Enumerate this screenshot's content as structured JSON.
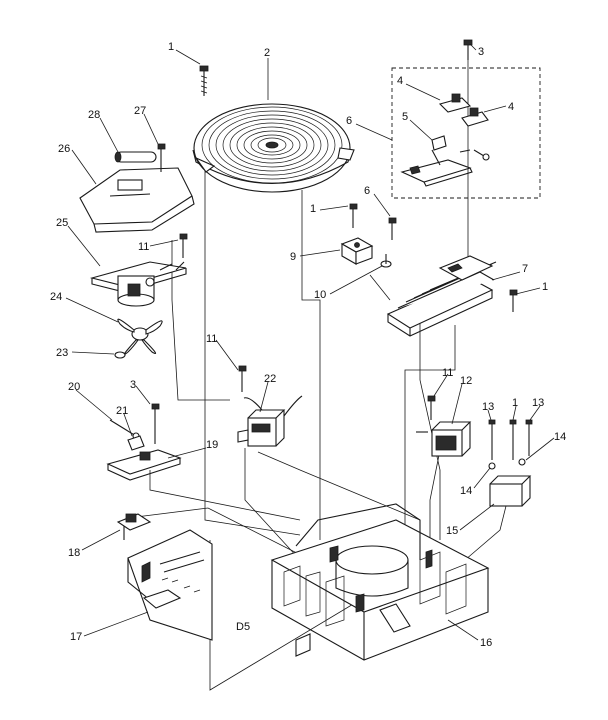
{
  "diagram": {
    "sheet_code": "D5",
    "callouts": [
      {
        "id": "c1a",
        "text": "1"
      },
      {
        "id": "c2",
        "text": "2"
      },
      {
        "id": "c3a",
        "text": "3"
      },
      {
        "id": "c4a",
        "text": "4"
      },
      {
        "id": "c4b",
        "text": "4"
      },
      {
        "id": "c5",
        "text": "5"
      },
      {
        "id": "c6a",
        "text": "6"
      },
      {
        "id": "c6b",
        "text": "6"
      },
      {
        "id": "c1b",
        "text": "1"
      },
      {
        "id": "c7",
        "text": "7"
      },
      {
        "id": "c9",
        "text": "9"
      },
      {
        "id": "c10",
        "text": "10"
      },
      {
        "id": "c1c",
        "text": "1"
      },
      {
        "id": "c28",
        "text": "28"
      },
      {
        "id": "c27",
        "text": "27"
      },
      {
        "id": "c26",
        "text": "26"
      },
      {
        "id": "c11a",
        "text": "11"
      },
      {
        "id": "c25",
        "text": "25"
      },
      {
        "id": "c24",
        "text": "24"
      },
      {
        "id": "c23",
        "text": "23"
      },
      {
        "id": "c11b",
        "text": "11"
      },
      {
        "id": "c22",
        "text": "22"
      },
      {
        "id": "c20",
        "text": "20"
      },
      {
        "id": "c3b",
        "text": "3"
      },
      {
        "id": "c21",
        "text": "21"
      },
      {
        "id": "c19",
        "text": "19"
      },
      {
        "id": "c11c",
        "text": "11"
      },
      {
        "id": "c12",
        "text": "12"
      },
      {
        "id": "c13a",
        "text": "13"
      },
      {
        "id": "c1d",
        "text": "1"
      },
      {
        "id": "c13b",
        "text": "13"
      },
      {
        "id": "c14a",
        "text": "14"
      },
      {
        "id": "c14b",
        "text": "14"
      },
      {
        "id": "c15",
        "text": "15"
      },
      {
        "id": "c18",
        "text": "18"
      },
      {
        "id": "c17",
        "text": "17"
      },
      {
        "id": "c16",
        "text": "16"
      }
    ]
  }
}
